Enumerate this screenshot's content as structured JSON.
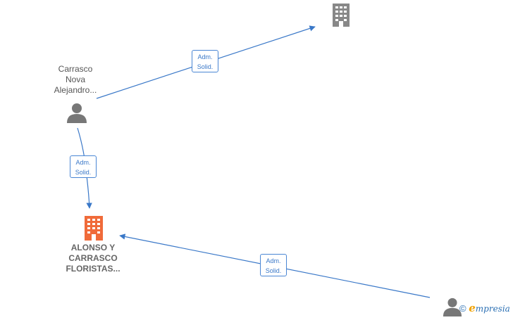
{
  "nodes": {
    "person_top": {
      "label_lines": [
        "Carrasco",
        "Nova",
        "Alejandro..."
      ]
    },
    "company_main": {
      "name_lines": [
        "ALONSO Y",
        "CARRASCO",
        "FLORISTAS..."
      ]
    }
  },
  "edges": {
    "top_right": {
      "line1": "Adm.",
      "line2": "Solid."
    },
    "vertical": {
      "line1": "Adm.",
      "line2": "Solid."
    },
    "bottom": {
      "line1": "Adm.",
      "line2": "Solid."
    }
  },
  "watermark": {
    "copyright": "©",
    "brand_initial": "e",
    "brand_rest": "mpresia"
  },
  "colors": {
    "edge": "#3a78c8",
    "company_highlight": "#f06b3a",
    "company_other": "#888888",
    "person": "#777777"
  },
  "icons": {
    "company_main": "building-icon",
    "company_other": "building-icon",
    "person": "person-icon"
  }
}
